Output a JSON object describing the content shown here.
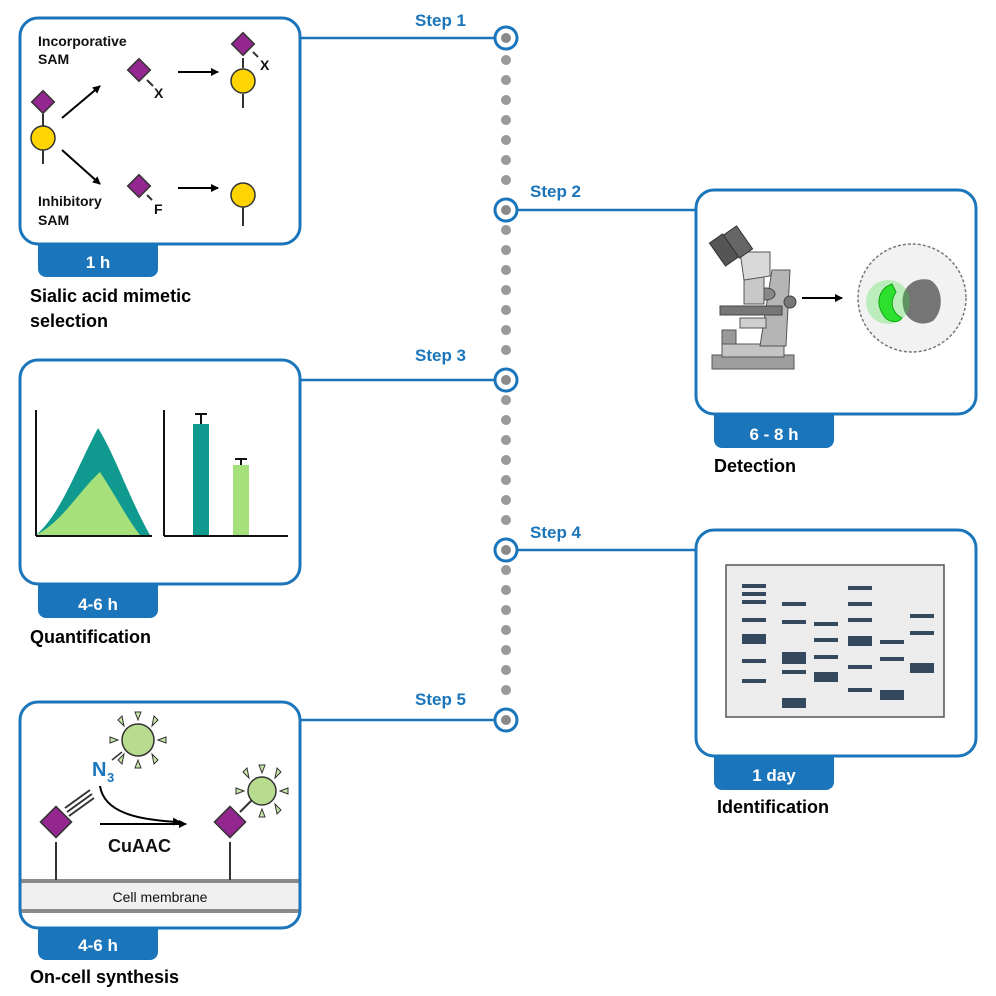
{
  "colors": {
    "accent": "#1b75bb",
    "sialic": "#93278f",
    "galactose": "#ffd400",
    "teal": "#109a8f",
    "light_green": "#a6e07a",
    "fluor_green": "#2ee02e",
    "band": "#34495e"
  },
  "steps": [
    {
      "label": "Step 1",
      "time": "1 h",
      "caption_line1": "Sialic acid mimetic",
      "caption_line2": "selection"
    },
    {
      "label": "Step 2",
      "time": "6 - 8 h",
      "caption": "Detection"
    },
    {
      "label": "Step 3",
      "time": "4-6 h",
      "caption": "Quantification"
    },
    {
      "label": "Step 4",
      "time": "1 day",
      "caption": "Identification"
    },
    {
      "label": "Step 5",
      "time": "4-6 h",
      "caption": "On-cell synthesis"
    }
  ],
  "step1": {
    "incorporative_line1": "Incorporative",
    "incorporative_line2": "SAM",
    "inhibitory_line1": "Inhibitory",
    "inhibitory_line2": "SAM",
    "x_label": "X",
    "x_label_product": "X",
    "f_label": "F"
  },
  "step5": {
    "azide_n": "N",
    "azide_sub": "3",
    "reaction": "CuAAC",
    "membrane": "Cell membrane"
  },
  "icons": [
    "microscope-icon",
    "cell-icon",
    "gel-icon",
    "fluorophore-icon"
  ]
}
